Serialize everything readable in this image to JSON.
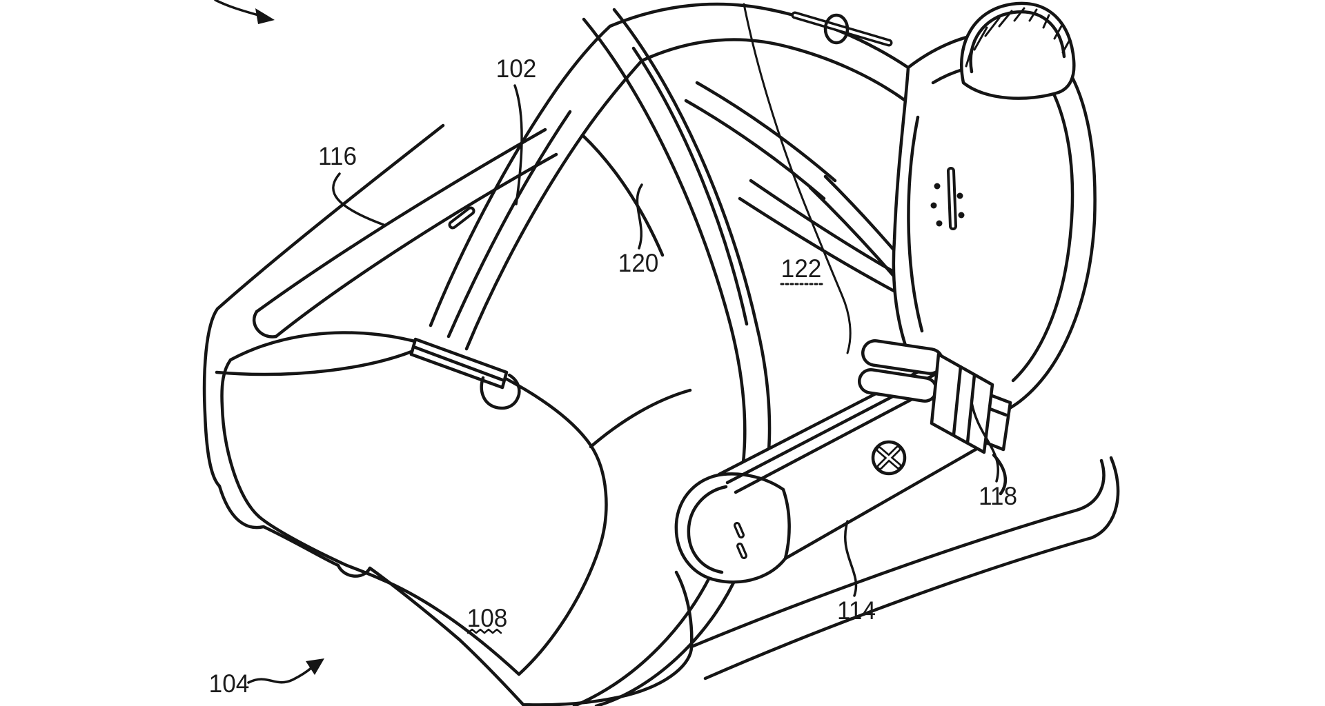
{
  "figure": {
    "background_color": "#ffffff",
    "line_color": "#151515",
    "labels": [
      {
        "id": "102",
        "text": "102",
        "underline": "none"
      },
      {
        "id": "104",
        "text": "104",
        "underline": "none"
      },
      {
        "id": "108",
        "text": "108",
        "underline": "wavy"
      },
      {
        "id": "114",
        "text": "114",
        "underline": "none"
      },
      {
        "id": "116",
        "text": "116",
        "underline": "none"
      },
      {
        "id": "118",
        "text": "118",
        "underline": "none"
      },
      {
        "id": "120",
        "text": "120",
        "underline": "none"
      },
      {
        "id": "122",
        "text": "122",
        "underline": "dotted"
      }
    ]
  }
}
